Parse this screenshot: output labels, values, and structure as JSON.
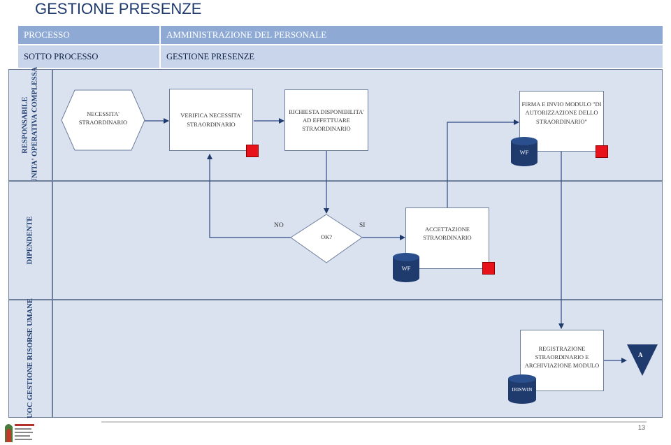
{
  "title": "GESTIONE PRESENZE",
  "header": {
    "process_label": "PROCESSO",
    "process_value": "AMMINISTRAZIONE DEL PERSONALE",
    "subprocess_label": "SOTTO PROCESSO",
    "subprocess_value": "GESTIONE PRESENZE"
  },
  "lanes": {
    "lane1": [
      "RESPONSABILE",
      "UNITA' OPERATIVA COMPLESSA"
    ],
    "lane2": "DIPENDENTE",
    "lane3": "UOC GESTIONE RISORSE UMANE"
  },
  "nodes": {
    "start": [
      "NECESSITA'",
      "STRAORDINARIO"
    ],
    "verify": [
      "VERIFICA NECESSITA'",
      "STRAORDINARIO"
    ],
    "request": [
      "RICHIESTA DISPONIBILITA'",
      "AD EFFETTUARE",
      "STRAORDINARIO"
    ],
    "sign": [
      "FIRMA E INVIO MODULO \"DI",
      "AUTORIZZAZIONE DELLO",
      "STRAORDINARIO\""
    ],
    "decision": "OK?",
    "accept": [
      "ACCETTAZIONE",
      "STRAORDINARIO"
    ],
    "register": [
      "REGISTRAZIONE",
      "STRAORDINARIO E",
      "ARCHIVIAZIONE MODULO"
    ],
    "end": "A"
  },
  "labels": {
    "no": "NO",
    "si": "SI"
  },
  "systems": {
    "wf1": "WF",
    "wf2": "WF",
    "iriswin": "IRISWIN"
  },
  "page_number": "13",
  "colors": {
    "header": "#8ea9d3",
    "lane": "#dae2ef",
    "database": "#1f3b6e",
    "marker": "#e8131a"
  }
}
